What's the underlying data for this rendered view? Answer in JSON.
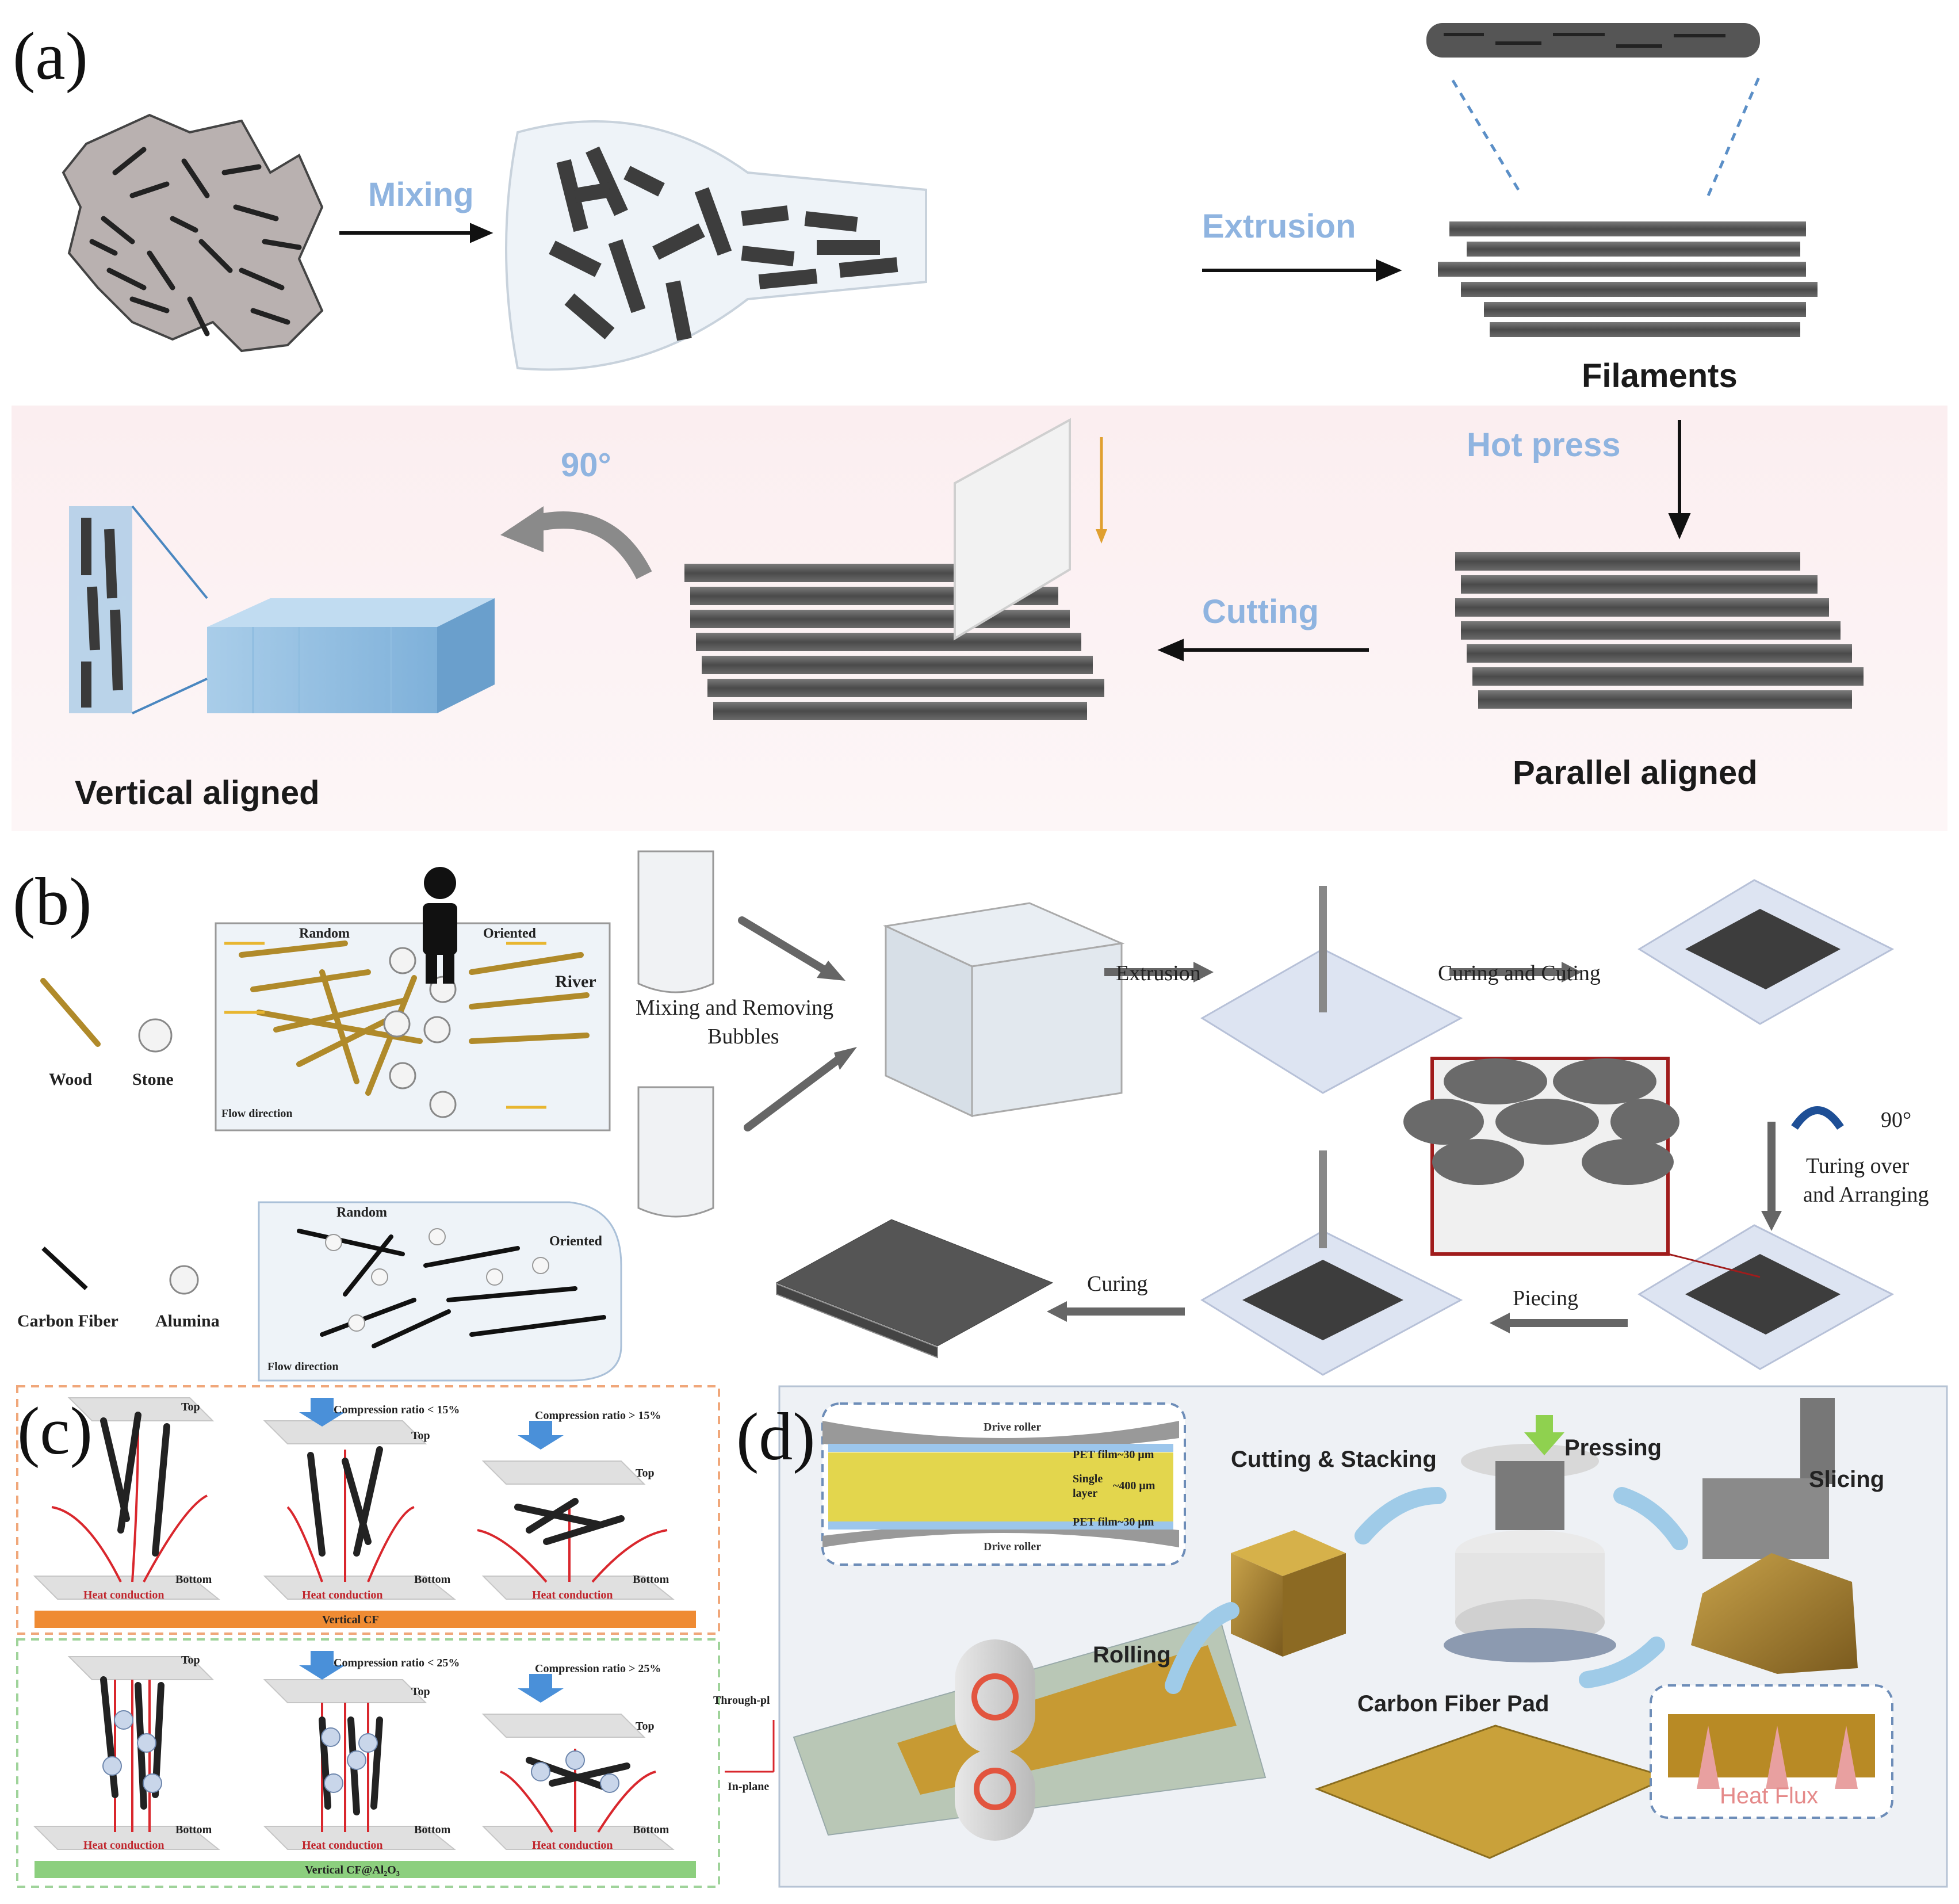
{
  "panel_a": {
    "label": "(a)",
    "mixing": "Mixing",
    "extrusion": "Extrusion",
    "filaments": "Filaments",
    "hot_press": "Hot press",
    "cutting": "Cutting",
    "angle": "90°",
    "vertical_aligned": "Vertical aligned",
    "parallel_aligned": "Parallel aligned"
  },
  "panel_b": {
    "label": "(b)",
    "random_top": "Random",
    "oriented_top": "Oriented",
    "river": "River",
    "flow_direction_top": "Flow direction",
    "wood": "Wood",
    "stone": "Stone",
    "random_bottom": "Random",
    "oriented_bottom": "Oriented",
    "flow_direction_bottom": "Flow direction",
    "carbon_fiber": "Carbon Fiber",
    "alumina": "Alumina",
    "mixing_removing": "Mixing and Removing",
    "bubbles": "Bubbles",
    "extrusion": "Extrusion",
    "curing_cutting": "Curing and Cuting",
    "angle": "90°",
    "turning_1": "Turing over",
    "turning_2": "and Arranging",
    "piecing": "Piecing",
    "curing": "Curing"
  },
  "panel_c": {
    "label": "(c)",
    "top": "Top",
    "bottom": "Bottom",
    "heat_conduction": "Heat conduction",
    "ratio_lt_15": "Compression ratio < 15%",
    "ratio_gt_15": "Compression ratio > 15%",
    "ratio_lt_25": "Compression ratio < 25%",
    "ratio_gt_25": "Compression ratio > 25%",
    "vertical_cf": "Vertical CF",
    "vertical_cf_al2o3": "Vertical CF@Al₂O₃",
    "through_plane": "Through-pl",
    "in_plane": "In-plane"
  },
  "panel_d": {
    "label": "(d)",
    "drive_roller_top": "Drive roller",
    "drive_roller_bottom": "Drive roller",
    "pet_top": "PET film~30 μm",
    "single": "Single",
    "layer": "layer",
    "thickness": "~400 μm",
    "pet_bottom": "PET film~30 μm",
    "cutting_stacking": "Cutting & Stacking",
    "pressing": "Pressing",
    "slicing": "Slicing",
    "rolling": "Rolling",
    "carbon_fiber_pad": "Carbon Fiber Pad",
    "heat_flux": "Heat Flux"
  }
}
